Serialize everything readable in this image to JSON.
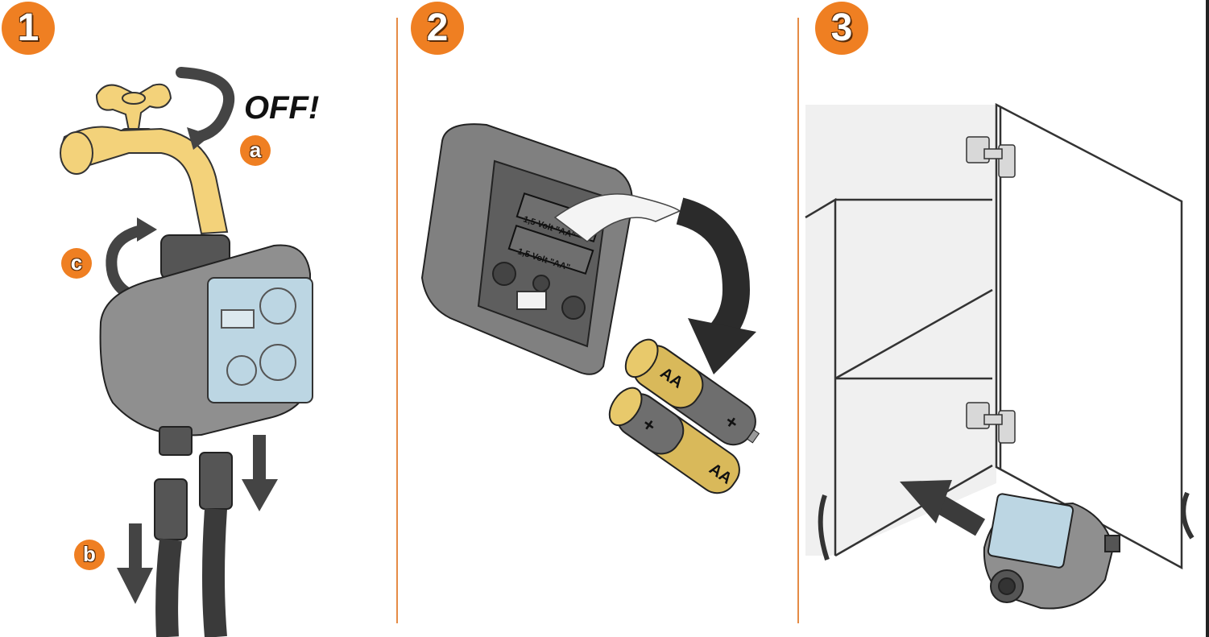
{
  "steps": [
    {
      "number": "1"
    },
    {
      "number": "2"
    },
    {
      "number": "3"
    }
  ],
  "step1": {
    "off_label": "OFF!",
    "sub_steps": {
      "a": "a",
      "b": "b",
      "c": "c"
    }
  },
  "step2": {
    "compartment_label_1": "1,5 Volt \"AA\"",
    "compartment_label_2": "1,5 Volt \"AA\"",
    "battery_1_label": "AA",
    "battery_1_sign": "+",
    "battery_2_label": "AA",
    "battery_2_sign": "+"
  },
  "colors": {
    "accent": "#ef7f22",
    "divider": "#e58b45",
    "brass": "#f3d27a",
    "device_gray": "#9a9a9a"
  }
}
